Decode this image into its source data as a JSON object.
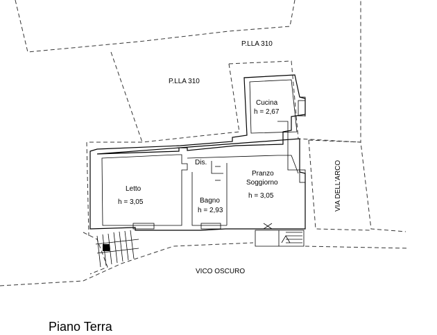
{
  "parcels": {
    "north_label": "P.LLA 310",
    "west_label": "P.LLA 310"
  },
  "rooms": {
    "cucina": {
      "name": "Cucina",
      "height": "h = 2,67"
    },
    "dis": {
      "name": "Dis."
    },
    "letto": {
      "name": "Letto",
      "height": "h = 3,05"
    },
    "pranzo": {
      "name_line1": "Pranzo",
      "name_line2": "Soggiorno",
      "height": "h = 3,05"
    },
    "bagno": {
      "name": "Bagno",
      "height": "h = 2,93"
    }
  },
  "streets": {
    "south": "VICO OSCURO",
    "east": "VIA DELL'ARCO"
  },
  "floor_title": "Piano Terra"
}
